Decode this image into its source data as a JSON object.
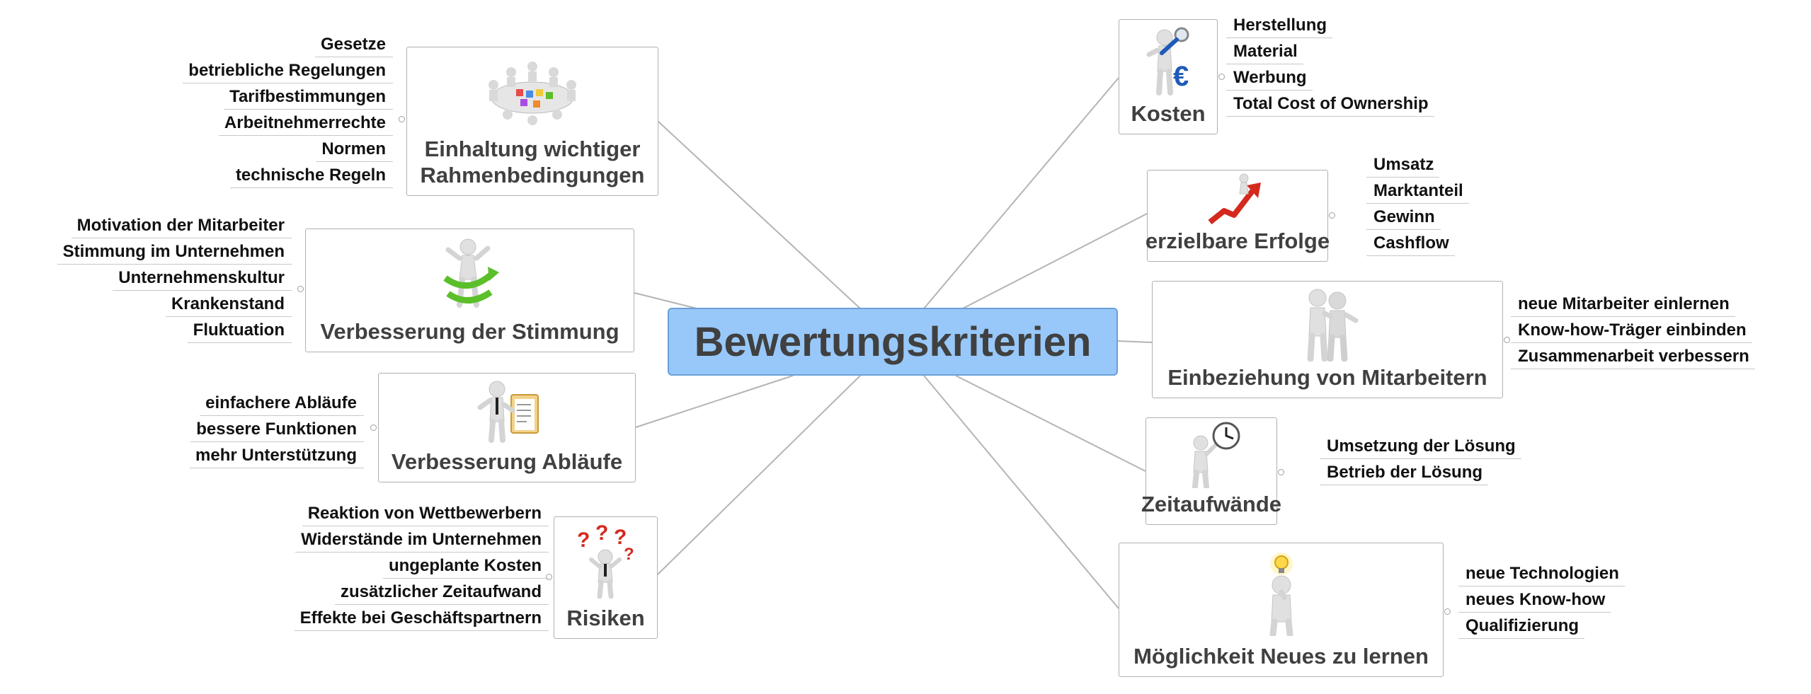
{
  "central": {
    "label": "Bewertungskriterien"
  },
  "topics": {
    "rahmen": {
      "label_line1": "Einhaltung wichtiger",
      "label_line2": "Rahmenbedingungen",
      "items": [
        "Gesetze",
        "betriebliche Regelungen",
        "Tarifbestimmungen",
        "Arbeitnehmerrechte",
        "Normen",
        "technische Regeln"
      ]
    },
    "stimmung": {
      "label": "Verbesserung der Stimmung",
      "items": [
        "Motivation der Mitarbeiter",
        "Stimmung im Unternehmen",
        "Unternehmenskultur",
        "Krankenstand",
        "Fluktuation"
      ]
    },
    "ablaeufe": {
      "label": "Verbesserung Abläufe",
      "items": [
        "einfachere Abläufe",
        "bessere Funktionen",
        "mehr Unterstützung"
      ]
    },
    "risiken": {
      "label": "Risiken",
      "items": [
        "Reaktion von Wettbewerbern",
        "Widerstände im Unternehmen",
        "ungeplante Kosten",
        "zusätzlicher Zeitaufwand",
        "Effekte bei Geschäftspartnern"
      ]
    },
    "kosten": {
      "label": "Kosten",
      "items": [
        "Herstellung",
        "Material",
        "Werbung",
        "Total Cost of Ownership"
      ]
    },
    "erfolge": {
      "label": "erzielbare Erfolge",
      "items": [
        "Umsatz",
        "Marktanteil",
        "Gewinn",
        "Cashflow"
      ]
    },
    "mitarbeiter": {
      "label": "Einbeziehung von Mitarbeitern",
      "items": [
        "neue Mitarbeiter einlernen",
        "Know-how-Träger einbinden",
        "Zusammenarbeit verbessern"
      ]
    },
    "zeit": {
      "label": "Zeitaufwände",
      "items": [
        "Umsetzung der Lösung",
        "Betrieb der Lösung"
      ]
    },
    "lernen": {
      "label": "Möglichkeit Neues zu lernen",
      "items": [
        "neue Technologien",
        "neues Know-how",
        "Qualifizierung"
      ]
    }
  },
  "icons": {
    "rahmen": "conference-table-icon",
    "stimmung": "figure-green-arrow-icon",
    "ablaeufe": "figure-checklist-icon",
    "risiken": "figure-question-marks-icon",
    "kosten": "figure-euro-magnifier-icon",
    "erfolge": "figure-rising-arrow-icon",
    "mitarbeiter": "two-figures-icon",
    "zeit": "figure-clock-icon",
    "lernen": "figure-lightbulb-icon"
  },
  "colors": {
    "central_fill": "#98c8fa",
    "connector": "#b4b4b4",
    "euro": "#1e5bb8",
    "arrow_red": "#d42a1e",
    "arrow_green": "#5bbf2a",
    "question_red": "#d42a1e",
    "bulb_yellow": "#ffd84a"
  }
}
